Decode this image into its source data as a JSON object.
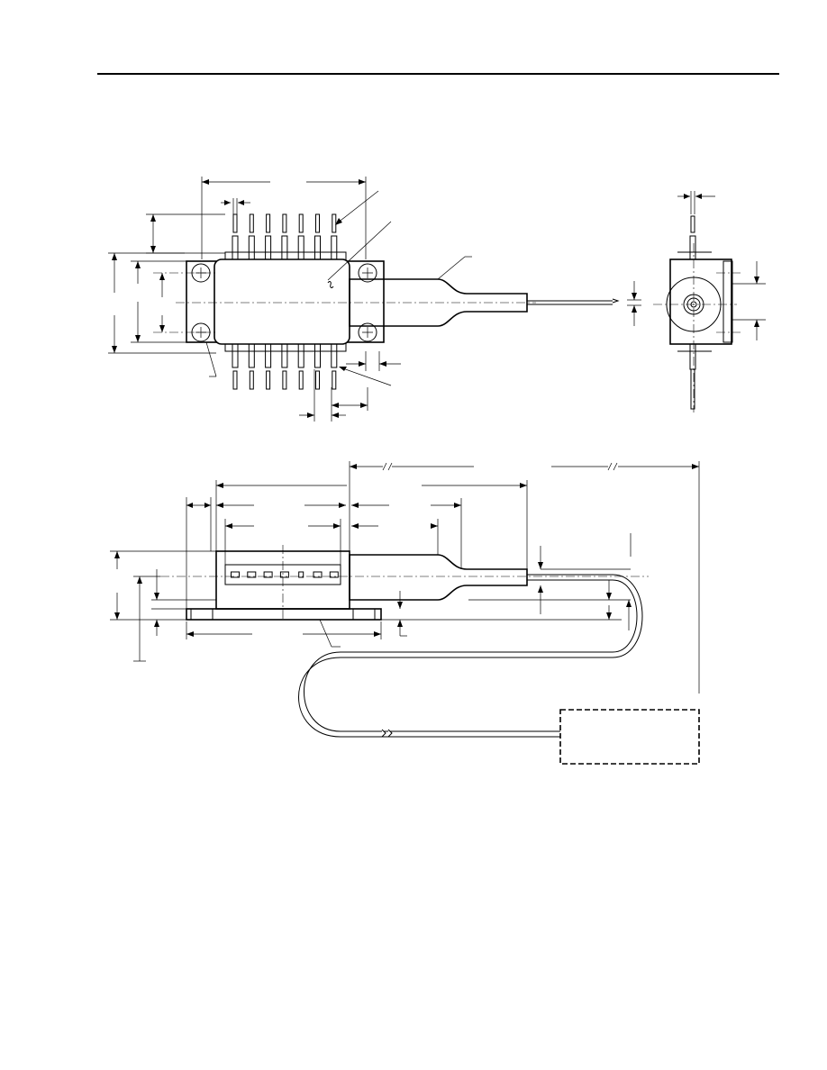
{
  "colors": {
    "ink": "#000000",
    "paper": "#ffffff"
  },
  "drawing": {
    "views": [
      "top-view",
      "end-view",
      "side-view"
    ],
    "pin_count_per_side": 7
  },
  "caption": ""
}
